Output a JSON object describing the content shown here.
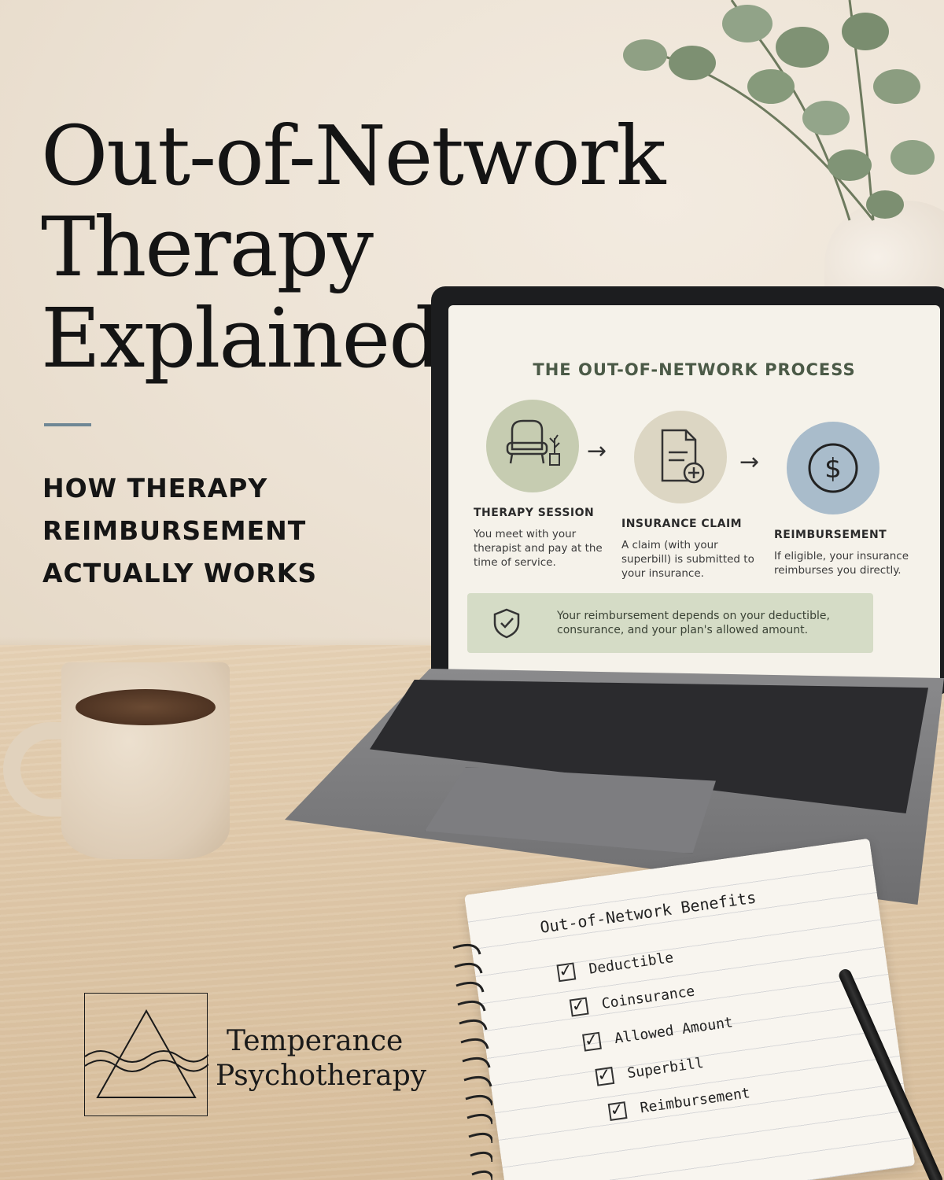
{
  "headline": {
    "line1": "Out-of-Network",
    "line2": "Therapy",
    "line3": "Explained"
  },
  "subhead": {
    "line1": "HOW THERAPY",
    "line2": "REIMBURSEMENT",
    "line3": "ACTUALLY WORKS"
  },
  "screen": {
    "title": "THE OUT-OF-NETWORK PROCESS",
    "steps": [
      {
        "label": "THERAPY SESSION",
        "desc": "You meet with your therapist and pay at the time of service.",
        "icon": "armchair-icon",
        "color": "#c6ccb1"
      },
      {
        "label": "INSURANCE CLAIM",
        "desc": "A claim (with your superbill) is submitted to your insurance.",
        "icon": "document-plus-icon",
        "color": "#dcd6c3"
      },
      {
        "label": "REIMBURSEMENT",
        "desc": "If eligible, your insurance reimburses you directly.",
        "icon": "dollar-icon",
        "color": "#a9bccb"
      }
    ],
    "arrow": "→",
    "notice": "Your reimbursement depends on your deductible, consurance, and your plan's allowed amount."
  },
  "logo": {
    "line1": "Temperance",
    "line2": "Psychotherapy"
  },
  "notebook": {
    "title": "Out-of-Network Benefits",
    "items": [
      "Deductible",
      "Coinsurance",
      "Allowed Amount",
      "Superbill",
      "Reimbursement"
    ]
  },
  "colors": {
    "accent_rule": "#6f8795",
    "headline": "#141414",
    "screen_title": "#4b5a47"
  }
}
